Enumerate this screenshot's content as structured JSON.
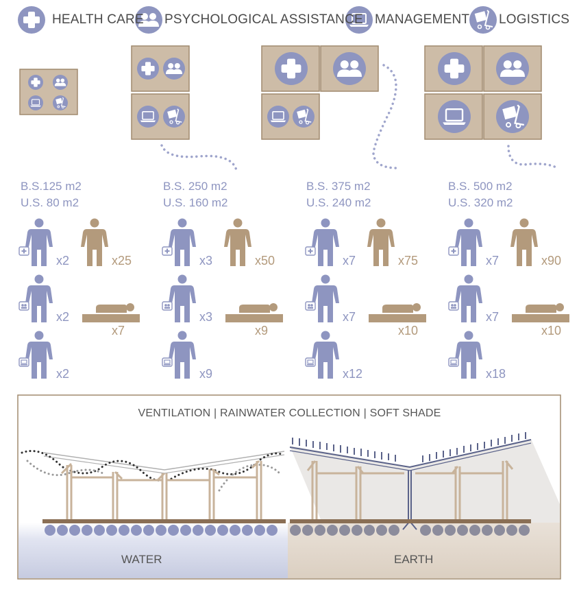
{
  "legend": {
    "health_care": "HEALTH CARE",
    "psychological": "PSYCHOLOGICAL ASSISTANCE",
    "management": "MANAGEMENT",
    "logistics": "LOGISTICS"
  },
  "modules": [
    {
      "bs": "B.S.125 m2",
      "us": "U.S. 80 m2",
      "health_staff": "x2",
      "patients_standing": "x25",
      "psych_staff": "x2",
      "patients_lying": "x7",
      "mgmt_staff": "x2"
    },
    {
      "bs": "B.S. 250 m2",
      "us": "U.S. 160 m2",
      "health_staff": "x3",
      "patients_standing": "x50",
      "psych_staff": "x3",
      "patients_lying": "x9",
      "mgmt_staff": "x9"
    },
    {
      "bs": "B.S. 375 m2",
      "us": "U.S. 240 m2",
      "health_staff": "x7",
      "patients_standing": "x75",
      "psych_staff": "x7",
      "patients_lying": "x10",
      "mgmt_staff": "x12"
    },
    {
      "bs": "B.S. 500 m2",
      "us": "U.S. 320 m2",
      "health_staff": "x7",
      "patients_standing": "x90",
      "psych_staff": "x7",
      "patients_lying": "x10",
      "mgmt_staff": "x18"
    }
  ],
  "section": {
    "title": "VENTILATION | RAINWATER COLLECTION | SOFT SHADE",
    "water": "WATER",
    "earth": "EARTH"
  },
  "colors": {
    "module_fill": "#cdbca7",
    "module_stroke": "#a08a6e",
    "icon_blue": "#8e95c0",
    "tan": "#b39a7c",
    "text": "#4a4a4a"
  }
}
